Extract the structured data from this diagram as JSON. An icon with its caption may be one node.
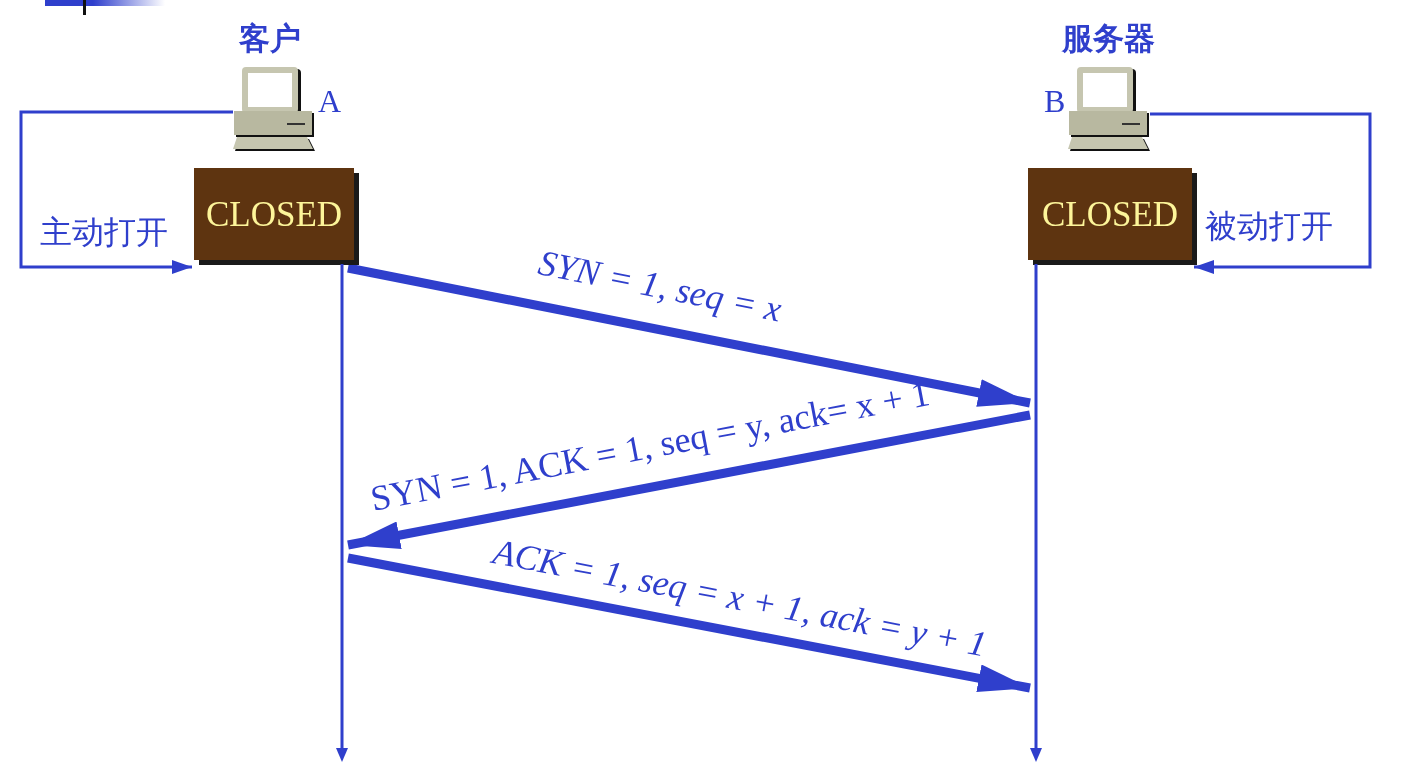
{
  "diagram": {
    "nodes": [
      {
        "text": [],
        "shape": "picture",
        "beside": [
          "客户",
          "A"
        ]
      },
      {
        "text": [
          "CLOSED"
        ]
      },
      {
        "text": [],
        "shape": "picture",
        "beside": [
          "服务器",
          "B"
        ]
      },
      {
        "text": [
          "CLOSED"
        ]
      },
      {
        "text": [],
        "shape": "line"
      },
      {
        "text": [],
        "shape": "line"
      }
    ],
    "edges": [
      {
        "from": 0,
        "to": 1,
        "arrow": "to",
        "label": "主动打开"
      },
      {
        "from": 2,
        "to": 3,
        "arrow": "to",
        "label": "被动打开"
      },
      {
        "from": 4,
        "to": 5,
        "arrow": "to",
        "label": "SYN = 1, seq = x"
      },
      {
        "from": 5,
        "to": 4,
        "arrow": "to",
        "label": "SYN = 1, ACK = 1, seq = y, ack= x + 1"
      },
      {
        "from": 4,
        "to": 5,
        "arrow": "to",
        "label": "ACK = 1, seq = x + 1, ack = y + 1"
      }
    ]
  }
}
